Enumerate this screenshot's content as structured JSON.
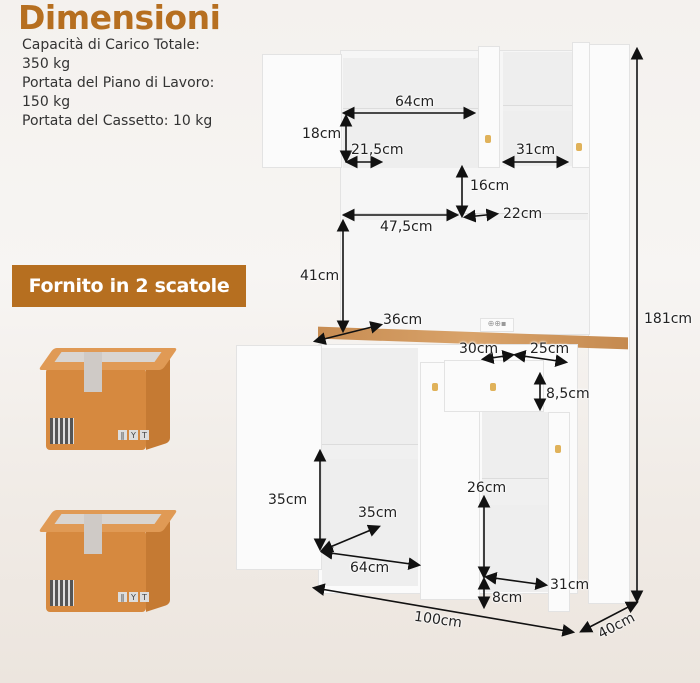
{
  "header": {
    "title": "Dimensioni",
    "specs": [
      "Capacità di Carico Totale:",
      "350 kg",
      "Portata del Piano di Lavoro:",
      "150 kg",
      "Portata del Cassetto: 10 kg"
    ]
  },
  "badge": {
    "label": "Fornito in 2 scatole",
    "color": "#b66f20"
  },
  "boxes": {
    "count": 2,
    "icons": [
      "barcode-icon",
      "this-side-up-icon",
      "fragile-glass-icon",
      "umbrella-keep-dry-icon"
    ]
  },
  "dimensions": {
    "upper_cabinet_width": "64cm",
    "upper_shelf_height": "18cm",
    "upper_shelf_depth": "21,5cm",
    "upper_right_width": "31cm",
    "open_shelf_height": "16cm",
    "open_shelf_depth": "22cm",
    "open_shelf_width": "47,5cm",
    "hutch_height": "41cm",
    "worktop_depth": "36cm",
    "total_height": "181cm",
    "drawer_width": "30cm",
    "drawer_depth": "25cm",
    "drawer_height": "8,5cm",
    "lower_left_height": "35cm",
    "lower_left_depth": "35cm",
    "lower_left_width": "64cm",
    "lower_right_height": "26cm",
    "lower_right_width": "31cm",
    "lower_right_kick": "8cm",
    "total_width": "100cm",
    "total_depth": "40cm"
  },
  "colors": {
    "accent": "#b66f20",
    "worktop": "#d39b62",
    "cabinet": "#fbfbfb"
  }
}
